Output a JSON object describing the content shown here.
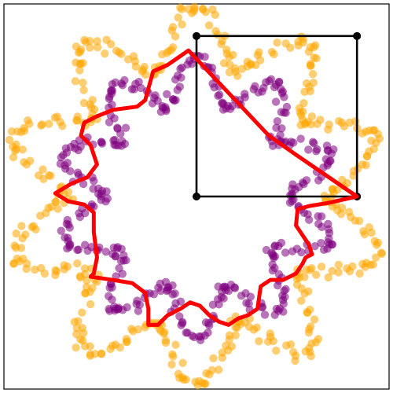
{
  "chart_data": {
    "type": "scatter",
    "title": "",
    "xlabel": "",
    "ylabel": "",
    "xlim": [
      -1.2,
      1.2
    ],
    "ylim": [
      -1.2,
      1.2
    ],
    "axes_visible": false,
    "grid": false,
    "legend": "none",
    "colors": {
      "outer_points": "#ffa500",
      "inner_points": "#800080",
      "path": "#ff0000",
      "square": "#000000",
      "frame": "#000000"
    },
    "series": [
      {
        "kind": "scatter",
        "shape": "star",
        "petals": 10,
        "base_radius": 1.0,
        "amplitude": 0.18,
        "phase_deg": 90,
        "count": 420,
        "noise": 0.022,
        "point_alpha": 0.55
      },
      {
        "kind": "scatter",
        "shape": "star",
        "petals": 10,
        "base_radius": 0.73,
        "amplitude": 0.14,
        "phase_deg": 90,
        "count": 380,
        "noise": 0.02,
        "point_alpha": 0.55
      },
      {
        "kind": "line",
        "points": [
          [
            -0.05,
            0.91
          ],
          [
            -0.18,
            0.82
          ],
          [
            -0.27,
            0.78
          ],
          [
            -0.32,
            0.6
          ],
          [
            -0.37,
            0.56
          ],
          [
            -0.52,
            0.54
          ],
          [
            -0.62,
            0.5
          ],
          [
            -0.7,
            0.46
          ],
          [
            -0.72,
            0.38
          ],
          [
            -0.66,
            0.32
          ],
          [
            -0.62,
            0.2
          ],
          [
            -0.68,
            0.12
          ],
          [
            -0.78,
            0.08
          ],
          [
            -0.88,
            0.02
          ],
          [
            -0.8,
            -0.03
          ],
          [
            -0.7,
            -0.05
          ],
          [
            -0.64,
            -0.1
          ],
          [
            -0.64,
            -0.22
          ],
          [
            -0.62,
            -0.38
          ],
          [
            -0.64,
            -0.48
          ],
          [
            -0.66,
            -0.5
          ],
          [
            -0.52,
            -0.52
          ],
          [
            -0.4,
            -0.54
          ],
          [
            -0.32,
            -0.6
          ],
          [
            -0.3,
            -0.7
          ],
          [
            -0.3,
            -0.8
          ],
          [
            -0.24,
            -0.8
          ],
          [
            -0.18,
            -0.74
          ],
          [
            -0.1,
            -0.7
          ],
          [
            -0.04,
            -0.66
          ],
          [
            0.02,
            -0.68
          ],
          [
            0.08,
            -0.74
          ],
          [
            0.14,
            -0.78
          ],
          [
            0.2,
            -0.8
          ],
          [
            0.26,
            -0.76
          ],
          [
            0.32,
            -0.74
          ],
          [
            0.38,
            -0.7
          ],
          [
            0.4,
            -0.56
          ],
          [
            0.46,
            -0.52
          ],
          [
            0.54,
            -0.52
          ],
          [
            0.62,
            -0.48
          ],
          [
            0.66,
            -0.42
          ],
          [
            0.68,
            -0.38
          ],
          [
            0.72,
            -0.36
          ],
          [
            0.7,
            -0.3
          ],
          [
            0.66,
            -0.24
          ],
          [
            0.62,
            -0.18
          ],
          [
            0.63,
            -0.08
          ],
          [
            0.7,
            -0.06
          ],
          [
            0.82,
            -0.04
          ],
          [
            1.0,
            0.0
          ],
          [
            0.62,
            0.26
          ],
          [
            0.45,
            0.38
          ],
          [
            -0.05,
            0.91
          ]
        ]
      },
      {
        "kind": "square",
        "corners": [
          [
            0,
            0
          ],
          [
            1.0,
            0
          ],
          [
            1.0,
            1.0
          ],
          [
            0,
            1.0
          ]
        ]
      }
    ]
  }
}
